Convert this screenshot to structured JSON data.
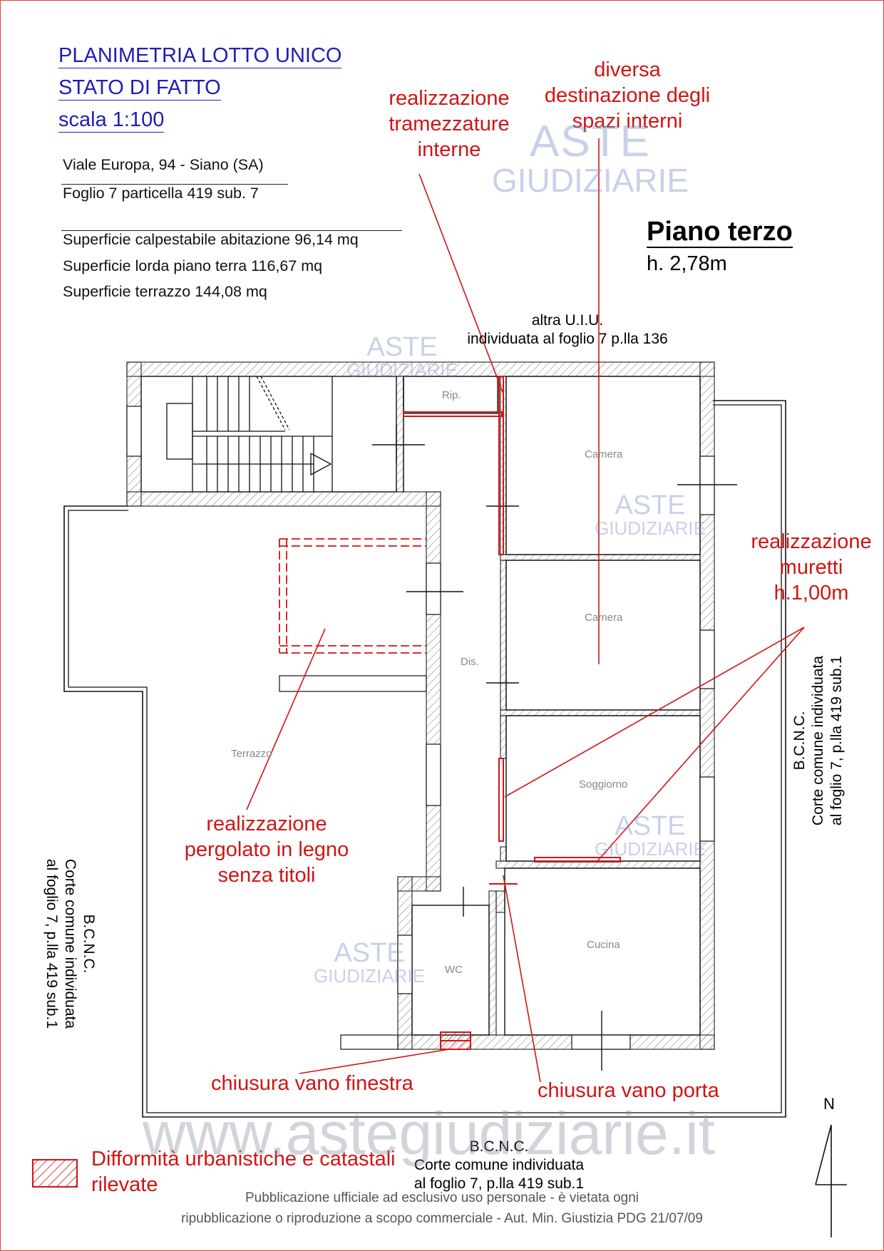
{
  "title": {
    "line1": "PLANIMETRIA LOTTO UNICO",
    "line2": "STATO DI FATTO",
    "line3": "scala 1:100"
  },
  "info": {
    "address": "Viale Europa, 94 - Siano (SA)",
    "cadastral": "Foglio 7 particella 419 sub. 7",
    "surface_walkable": "Superficie calpestabile abitazione 96,14 mq",
    "surface_gross": "Superficie lorda piano terra 116,67 mq",
    "surface_terrace": "Superficie terrazzo 144,08 mq"
  },
  "floor": {
    "name": "Piano terzo",
    "height": "h. 2,78m"
  },
  "annotations": {
    "partitions": [
      "realizzazione",
      "tramezzature",
      "interne"
    ],
    "destination": [
      "diversa",
      "destinazione degli",
      "spazi interni"
    ],
    "walls": [
      "realizzazione",
      "muretti",
      "h.1,00m"
    ],
    "pergola": [
      "realizzazione",
      "pergolato in legno",
      "senza titoli"
    ],
    "window_closure": "chiusura vano finestra",
    "door_closure": "chiusura vano porta"
  },
  "neighbors": {
    "top_line1": "altra U.I.U.",
    "top_line2": "individuata al foglio 7 p.lla 136",
    "left": [
      "B.C.N.C.",
      "Corte comune individuata",
      "al foglio 7, p.lla 419 sub.1"
    ],
    "right": [
      "B.C.N.C.",
      "Corte comune individuata",
      "al foglio 7, p.lla 419 sub.1"
    ],
    "bottom": [
      "B.C.N.C.",
      "Corte comune individuata",
      "al foglio 7, p.lla 419 sub.1"
    ]
  },
  "rooms": {
    "storage": "Rip.",
    "bedroom1": "Camera",
    "bedroom2": "Camera",
    "hallway": "Dis.",
    "living": "Soggiorno",
    "kitchen": "Cucina",
    "wc": "WC",
    "terrace": "Terrazzo"
  },
  "legend": {
    "line1": "Difformità urbanistiche e catastali",
    "line2": "rilevate"
  },
  "north": "N",
  "watermark": {
    "brand_top": "ASTE",
    "brand_bottom": "GIUDIZIARIE",
    "url": "www.astegiudiziarie.it"
  },
  "footer": {
    "line1": "Pubblicazione ufficiale ad esclusivo uso personale - è vietata ogni",
    "line2": "ripubblicazione o riproduzione a scopo commerciale - Aut. Min. Giustizia PDG 21/07/09"
  },
  "colors": {
    "title_blue": "#1d1db8",
    "annotation_red": "#d21414",
    "watermark": "#8ea0d0"
  }
}
